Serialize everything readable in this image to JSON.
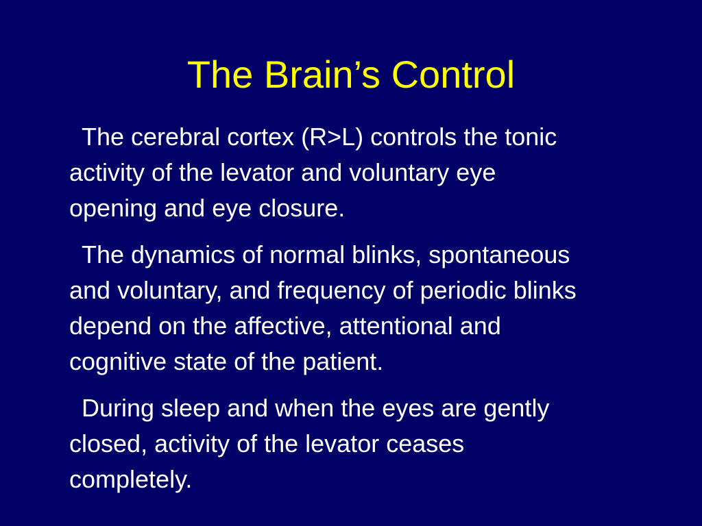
{
  "slide": {
    "title": "The Brain’s Control",
    "paragraphs": [
      "The cerebral cortex (R>L) controls the tonic\nactivity of the levator and voluntary eye\nopening and eye closure.",
      "The dynamics of normal blinks, spontaneous\nand voluntary, and frequency of periodic blinks\ndepend on the affective, attentional and\ncognitive state of the patient.",
      "During sleep and when the eyes are gently\nclosed, activity of the levator ceases\ncompletely."
    ]
  },
  "colors": {
    "background": "#000066",
    "title": "#ffff00",
    "body_text": "#ffffff"
  }
}
